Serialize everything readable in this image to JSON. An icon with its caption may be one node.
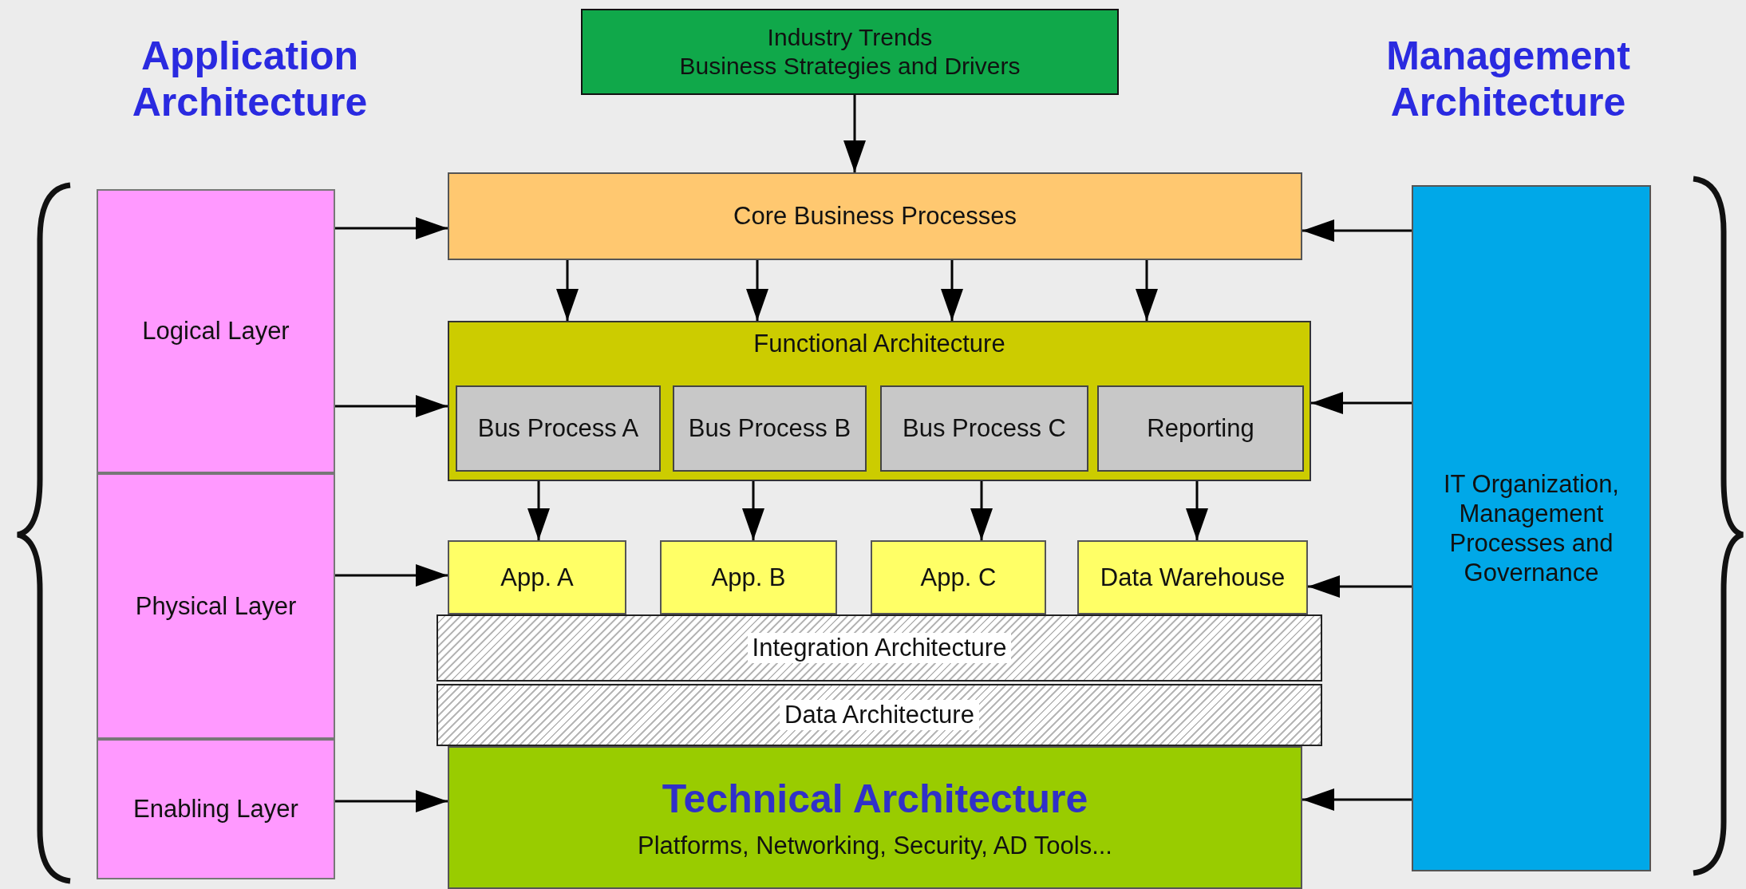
{
  "diagram": {
    "nodes": [
      {
        "text": [
          "Industry Trends",
          "Business Strategies and Drivers"
        ]
      },
      {
        "text": [
          "Logical Layer"
        ]
      },
      {
        "text": [
          "Core Business Processes"
        ]
      },
      {
        "text": [
          "IT Organization, Management Processes and Governance"
        ]
      },
      {
        "text": [
          "Functional Architecture"
        ]
      },
      {
        "text": [
          "Bus Process A"
        ],
        "in": 4
      },
      {
        "text": [
          "Bus Process B"
        ],
        "in": 4
      },
      {
        "text": [
          "Bus Process C"
        ],
        "in": 4
      },
      {
        "text": [
          "Reporting"
        ],
        "in": 4
      },
      {
        "text": [
          "Physical Layer"
        ]
      },
      {
        "text": [
          "App. A"
        ]
      },
      {
        "text": [
          "App. B"
        ]
      },
      {
        "text": [
          "App. C"
        ]
      },
      {
        "text": [
          "Data Warehouse"
        ]
      },
      {
        "text": [
          "Integration Architecture"
        ]
      },
      {
        "text": [
          "Data Architecture"
        ]
      },
      {
        "text": [
          "Enabling Layer"
        ]
      },
      {
        "text": [
          "Technical Architecture",
          "Platforms, Networking, Security, AD Tools..."
        ]
      }
    ],
    "edges": [
      {
        "from": 0,
        "to": 2,
        "arrow": "to"
      },
      {
        "from": 2,
        "to": 4,
        "arrow": "to"
      },
      {
        "from": 2,
        "to": 4,
        "arrow": "to"
      },
      {
        "from": 2,
        "to": 4,
        "arrow": "to"
      },
      {
        "from": 2,
        "to": 4,
        "arrow": "to"
      },
      {
        "from": 5,
        "to": 10,
        "arrow": "to"
      },
      {
        "from": 6,
        "to": 11,
        "arrow": "to"
      },
      {
        "from": 7,
        "to": 12,
        "arrow": "to"
      },
      {
        "from": 8,
        "to": 13,
        "arrow": "to"
      },
      {
        "from": 1,
        "to": 2,
        "arrow": "to"
      },
      {
        "from": 1,
        "to": 4,
        "arrow": "to"
      },
      {
        "from": 9,
        "to": 10,
        "arrow": "to"
      },
      {
        "from": 16,
        "to": 17,
        "arrow": "to"
      },
      {
        "from": 3,
        "to": 2,
        "arrow": "to"
      },
      {
        "from": 3,
        "to": 4,
        "arrow": "to"
      },
      {
        "from": 3,
        "to": 13,
        "arrow": "to"
      },
      {
        "from": 3,
        "to": 17,
        "arrow": "to"
      }
    ],
    "labels": [
      "Application Architecture",
      "Management Architecture"
    ]
  }
}
